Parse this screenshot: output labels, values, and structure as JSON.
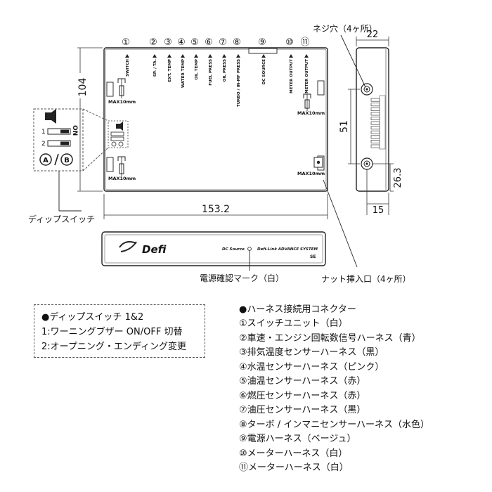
{
  "main_view": {
    "connector_numbers": [
      "①",
      "②",
      "③",
      "④",
      "⑤",
      "⑥",
      "⑦",
      "⑧",
      "⑨",
      "⑩",
      "⑪"
    ],
    "port_labels": [
      "SWITCH",
      "SP. / TA.",
      "EXT. TEMP",
      "WATER TEMP",
      "OIL TEMP",
      "FUEL PRESS",
      "OIL PRESS",
      "TURBO / IN-MF PRESS",
      "DC SOURCE",
      "METER OUTPUT",
      "METER OUTPUT"
    ],
    "max_label": "MAX10mm",
    "dim_height": "104",
    "dim_width": "153.2"
  },
  "dip_detail": {
    "on_label": "ON",
    "pos1": "1",
    "pos2": "2",
    "a_label": "A",
    "b_label": "B",
    "caption": "ディップスイッチ"
  },
  "side_view": {
    "screw_label": "ネジ穴（4ヶ所）",
    "dim_22": "22",
    "dim_51": "51",
    "dim_26_3": "26.3",
    "dim_15": "15",
    "nut_label": "ナット挿入口（4ヶ所）"
  },
  "front_view": {
    "brand": "Defi",
    "dc_source": "DC Source",
    "system_name": "Defi-Link ADVANCE SYSTEM",
    "se": "SE",
    "power_mark_label": "電源確認マーク（白）"
  },
  "dip_note": {
    "title": "●ディップスイッチ 1&2",
    "line1": "1:ワーニングブザー ON/OFF 切替",
    "line2": "2:オープニング・エンディング変更"
  },
  "harness_legend": {
    "title": "●ハーネス接続用コネクター",
    "items": [
      "①スイッチユニット（白）",
      "②車速・エンジン回転数信号ハーネス（青）",
      "③排気温度センサーハーネス（黒）",
      "④水温センサーハーネス（ピンク）",
      "⑤油温センサーハーネス（赤）",
      "⑥燃圧センサーハーネス（赤）",
      "⑦油圧センサーハーネス（黒）",
      "⑧ターボ / インマニセンサーハーネス（水色）",
      "⑨電源ハーネス（ベージュ）",
      "⑩メーターハーネス（白）",
      "⑪メーターハーネス（白）"
    ]
  }
}
